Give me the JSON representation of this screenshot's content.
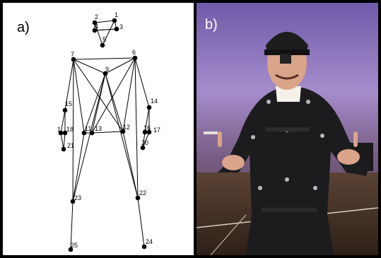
{
  "panels": {
    "a": {
      "label": "a)"
    },
    "b": {
      "label": "b)"
    }
  },
  "skeleton": {
    "joints": [
      {
        "id": "1",
        "label": "1"
      },
      {
        "id": "2",
        "label": "2"
      },
      {
        "id": "3",
        "label": "3"
      },
      {
        "id": "4",
        "label": "4"
      },
      {
        "id": "5",
        "label": "5"
      },
      {
        "id": "6",
        "label": "6"
      },
      {
        "id": "7",
        "label": "7"
      },
      {
        "id": "9",
        "label": "9"
      },
      {
        "id": "14",
        "label": "14"
      },
      {
        "id": "15",
        "label": "15"
      },
      {
        "id": "16",
        "label": "16"
      },
      {
        "id": "17",
        "label": "17"
      },
      {
        "id": "19",
        "label": "1"
      },
      {
        "id": "18",
        "label": "18"
      },
      {
        "id": "20",
        "label": "20"
      },
      {
        "id": "21",
        "label": "21"
      },
      {
        "id": "11",
        "label": "11"
      },
      {
        "id": "13",
        "label": "13"
      },
      {
        "id": "12",
        "label": "12"
      },
      {
        "id": "22",
        "label": "22"
      },
      {
        "id": "23",
        "label": "23"
      },
      {
        "id": "24",
        "label": "24"
      },
      {
        "id": "25",
        "label": "25"
      }
    ]
  },
  "colors": {
    "wall_top": "#8a6fbf",
    "wall_bottom": "#3a2740",
    "floor": "#5a4636",
    "suit": "#1c1c1e",
    "skin": "#d9a48a",
    "marker": "#b9b9b9"
  }
}
